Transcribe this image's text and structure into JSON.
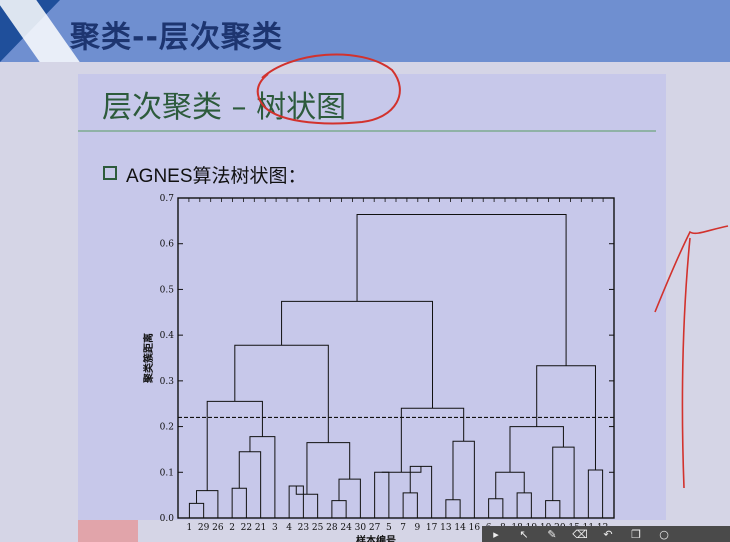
{
  "slide": {
    "title": "聚类--层次聚类",
    "heading": "层次聚类 – 树状图",
    "bullet": "AGNES算法树状图："
  },
  "chart_data": {
    "type": "dendrogram",
    "ylabel": "聚类簇距离",
    "xlabel": "样本编号",
    "ylim": [
      0,
      0.7
    ],
    "yticks": [
      "0.0",
      "0.1",
      "0.2",
      "0.3",
      "0.4",
      "0.5",
      "0.6",
      "0.7"
    ],
    "leaves": [
      "1",
      "29",
      "26",
      "2",
      "22",
      "21",
      "3",
      "4",
      "23",
      "25",
      "28",
      "24",
      "30",
      "27",
      "5",
      "7",
      "9",
      "17",
      "13",
      "14",
      "16",
      "6",
      "8",
      "18",
      "19",
      "10",
      "20",
      "15",
      "11",
      "12"
    ],
    "cut_height": 0.22,
    "merges": [
      [
        0,
        1,
        0.032
      ],
      [
        2,
        30,
        0.06
      ],
      [
        3,
        4,
        0.065
      ],
      [
        5,
        32,
        0.145
      ],
      [
        6,
        33,
        0.178
      ],
      [
        31,
        34,
        0.255
      ],
      [
        7,
        8,
        0.07
      ],
      [
        9,
        36,
        0.052
      ],
      [
        10,
        11,
        0.038
      ],
      [
        12,
        38,
        0.085
      ],
      [
        37,
        39,
        0.165
      ],
      [
        35,
        40,
        0.378
      ],
      [
        13,
        14,
        0.1
      ],
      [
        15,
        16,
        0.055
      ],
      [
        17,
        43,
        0.113
      ],
      [
        18,
        19,
        0.04
      ],
      [
        20,
        45,
        0.168
      ],
      [
        42,
        44,
        0.1
      ],
      [
        46,
        47,
        0.24
      ],
      [
        41,
        48,
        0.474
      ],
      [
        21,
        22,
        0.042
      ],
      [
        23,
        24,
        0.055
      ],
      [
        50,
        51,
        0.1
      ],
      [
        25,
        26,
        0.038
      ],
      [
        27,
        53,
        0.155
      ],
      [
        52,
        54,
        0.2
      ],
      [
        28,
        29,
        0.105
      ],
      [
        55,
        56,
        0.333
      ],
      [
        49,
        57,
        0.664
      ]
    ]
  },
  "toolbar": {
    "icons": [
      "play-icon",
      "pointer-icon",
      "pen-icon",
      "eraser-icon",
      "undo-icon",
      "copy-icon",
      "more-icon"
    ]
  },
  "colors": {
    "band": "#6f8fd0",
    "title": "#1d3570",
    "heading": "#2d5b3c",
    "ink": "#d2322d"
  }
}
